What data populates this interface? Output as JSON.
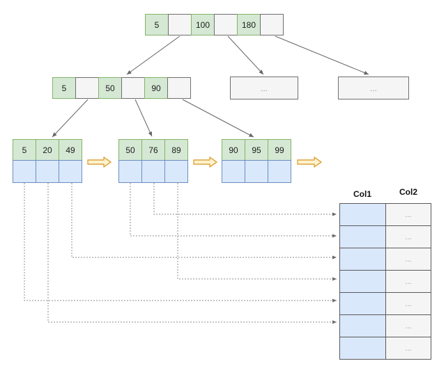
{
  "diagram": {
    "type": "bplus-tree-index",
    "root_node": {
      "keys": [
        "5",
        "100",
        "180"
      ]
    },
    "internal_node": {
      "keys": [
        "5",
        "50",
        "90"
      ]
    },
    "ellipsis_nodes": [
      {
        "label": "..."
      },
      {
        "label": "..."
      }
    ],
    "leaf_nodes": [
      {
        "keys": [
          "5",
          "20",
          "49"
        ]
      },
      {
        "keys": [
          "50",
          "76",
          "89"
        ]
      },
      {
        "keys": [
          "90",
          "95",
          "99"
        ]
      }
    ],
    "icons": {
      "leaf_link": "block-arrow-right-icon"
    },
    "table": {
      "headers": [
        "Col1",
        "Col2"
      ],
      "rows": [
        {
          "col1": "",
          "col2": "..."
        },
        {
          "col1": "",
          "col2": "..."
        },
        {
          "col1": "",
          "col2": "..."
        },
        {
          "col1": "",
          "col2": "..."
        },
        {
          "col1": "",
          "col2": "..."
        },
        {
          "col1": "",
          "col2": "..."
        },
        {
          "col1": "",
          "col2": "..."
        }
      ]
    },
    "colors": {
      "key_cell_fill": "#d5e8d4",
      "key_cell_border": "#82b366",
      "pointer_cell_fill": "#f5f5f5",
      "pointer_cell_border": "#6e6e6e",
      "record_cell_fill": "#dae8fc",
      "record_cell_border": "#6c8ebf",
      "leaf_link_arrow_fill": "#fdf2d0",
      "leaf_link_arrow_stroke": "#dfa43b",
      "connector": "#666666",
      "dotted_connector": "#8c8c8c"
    }
  }
}
